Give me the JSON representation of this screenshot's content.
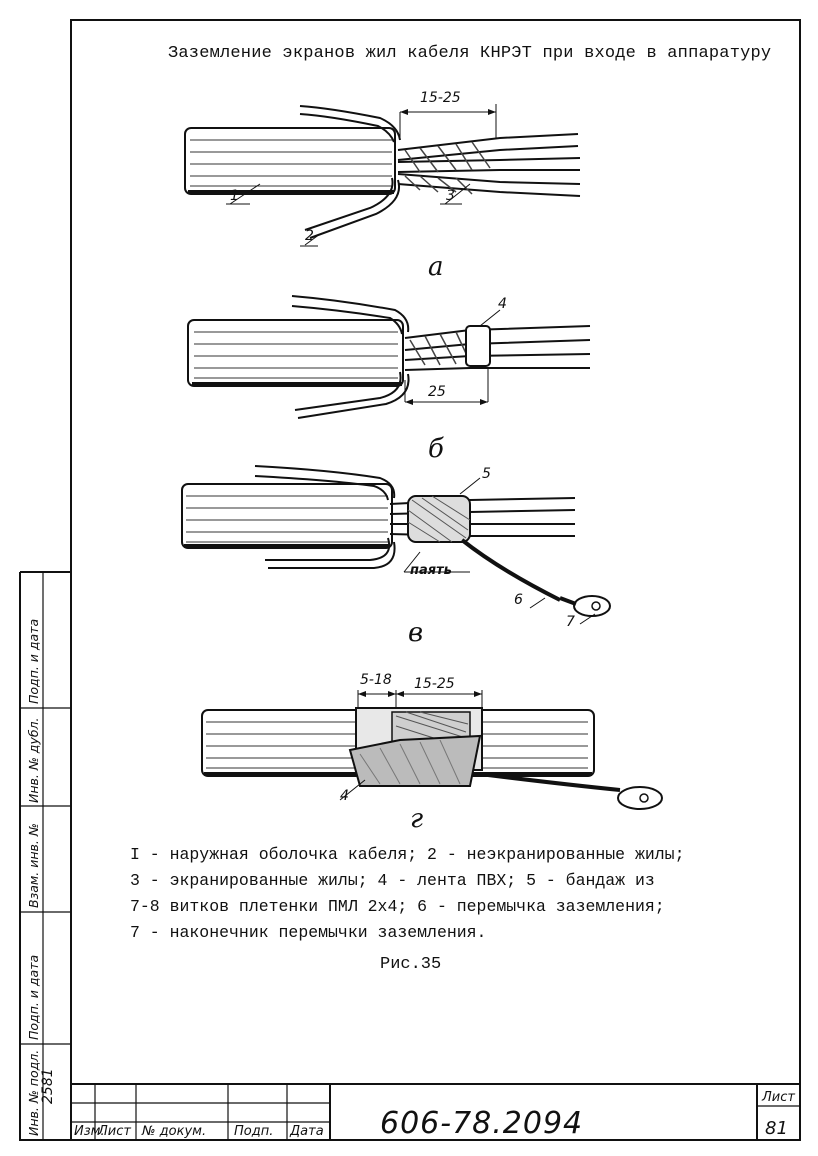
{
  "page": {
    "title": "Заземление экранов жил кабеля КНРЭТ при входе в аппаратуру",
    "figure_caption": "Рис.35"
  },
  "figures": {
    "a": {
      "label": "а",
      "dimension": "15-25",
      "callouts": [
        "1",
        "2",
        "3"
      ]
    },
    "b": {
      "label": "б",
      "dimension": "25",
      "callouts": [
        "4"
      ]
    },
    "v": {
      "label": "в",
      "note": "паять",
      "callouts": [
        "5",
        "6",
        "7"
      ]
    },
    "g": {
      "label": "г",
      "dimension_left": "5-18",
      "dimension_right": "15-25",
      "callouts": [
        "4"
      ]
    }
  },
  "legend": [
    "I - наружная оболочка кабеля; 2 - неэкранированные жилы;",
    "3 - экранированные жилы; 4 - лента ПВХ; 5 - бандаж из",
    "7-8 витков плетенки ПМЛ 2х4; 6 - перемычка заземления;",
    "7 - наконечник перемычки заземления."
  ],
  "side_columns": [
    "Подп. и дата",
    "Инв. № дубл.",
    "Взам. инв. №",
    "Подп. и дата",
    "Инв. № подл."
  ],
  "stamp": "2581",
  "title_block": {
    "columns": [
      "Изм.",
      "Лист",
      "№ докум.",
      "Подп.",
      "Дата"
    ],
    "document_number": "606-78.2094",
    "sheet_label": "Лист",
    "sheet_number": "81"
  }
}
